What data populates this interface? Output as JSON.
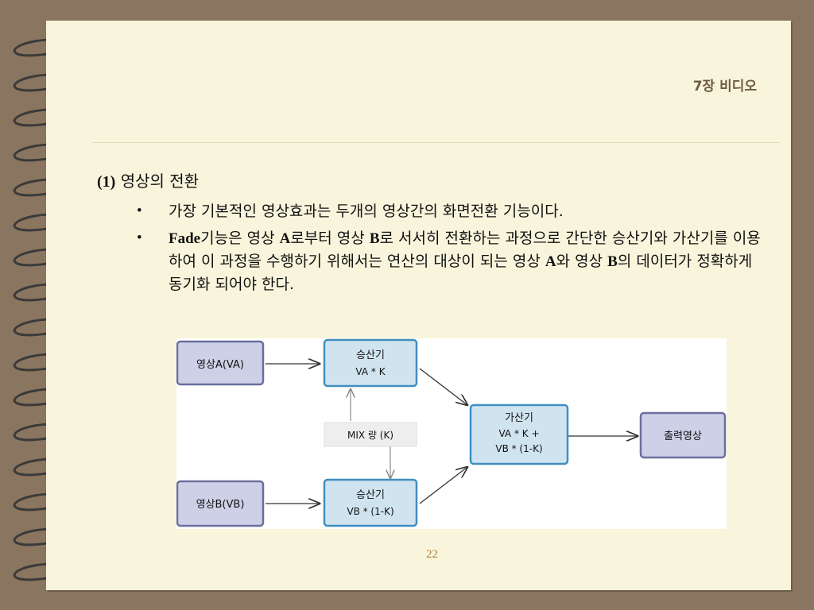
{
  "header": {
    "title": "7장 비디오"
  },
  "section": {
    "number": "(1)",
    "title": "영상의 전환"
  },
  "bullets": [
    {
      "marker": "•",
      "text": "가장 기본적인 영상효과는 두개의 영상간의 화면전환 기능이다."
    },
    {
      "marker": "•",
      "segments": [
        "Fade",
        "기능은 영상 ",
        "A",
        "로부터 영상 ",
        "B",
        "로 서서히 전환하는 과정으로 간단한 승산기와 가산기를 이용하여 이 과정을 수행하기 위해서는 연산의 대상이 되는 영상 ",
        "A",
        "와 영상 ",
        "B",
        "의 데이터가 정확하게 동기화 되어야 한다."
      ]
    }
  ],
  "diagram": {
    "input_a": "영상A(VA)",
    "input_b": "영상B(VB)",
    "mult_top": {
      "title": "승산기",
      "formula": "VA * K"
    },
    "mult_bottom": {
      "title": "승산기",
      "formula": "VB * (1-K)"
    },
    "mix": "MIX 량 (K)",
    "adder": {
      "title": "가산기",
      "line1": "VA * K +",
      "line2": "VB * (1-K)"
    },
    "output": "출력영상",
    "colors": {
      "input_fill": "#cdd0e6",
      "input_border": "#6b6f9e",
      "mult_fill": "#d0e4f0",
      "mult_border": "#3f8fbf",
      "mix_fill": "#eeeeee",
      "output_fill": "#cdd0e6"
    }
  },
  "footer": {
    "page_number": "22"
  }
}
